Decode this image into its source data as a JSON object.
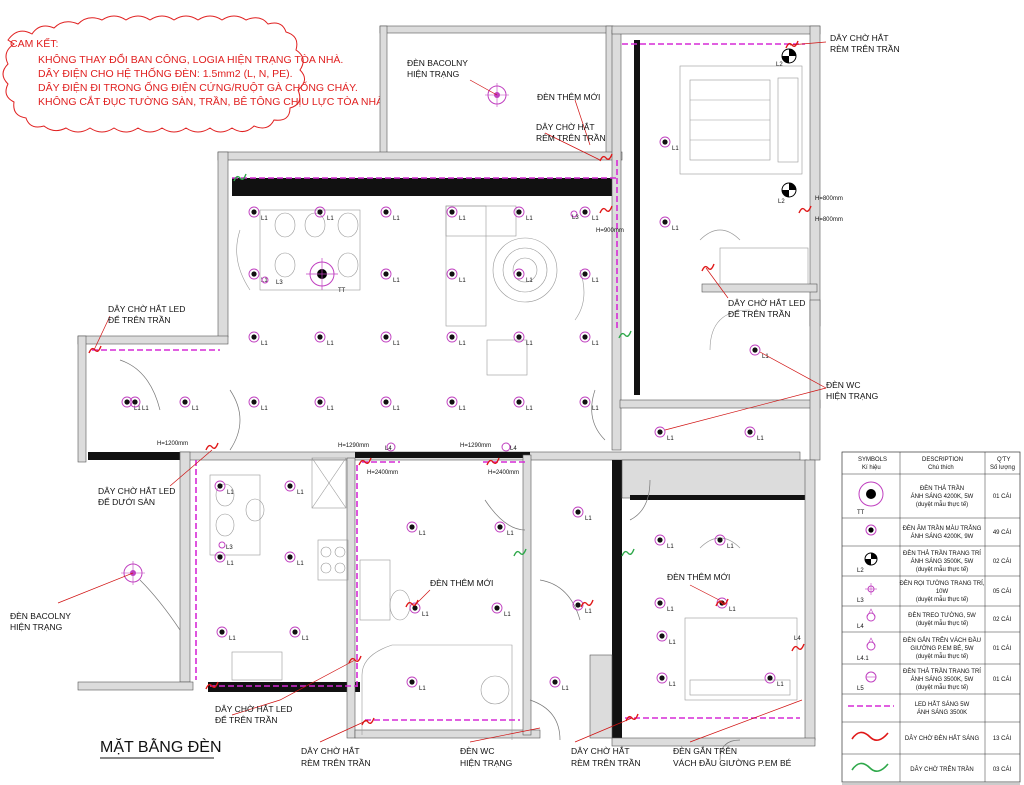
{
  "title": "MẶT BẰNG ĐÈN",
  "commitment": {
    "heading": "CAM KẾT:",
    "lines": [
      "KHÔNG THAY ĐỔI BAN CÔNG, LOGIA HIỆN TRẠNG TÒA NHÀ.",
      "DÂY ĐIỆN CHO HỆ THỐNG ĐÈN: 1.5mm2 (L, N, PE).",
      "DÂY ĐIỆN ĐI TRONG ỐNG ĐIỆN CỨNG/RUỘT GÀ CHỐNG CHÁY.",
      "KHÔNG CẮT ĐỤC TƯỜNG SÀN, TRẦN, BÊ TÔNG CHỊU LỰC TÒA NHÀ."
    ]
  },
  "annotations": {
    "balcony_top_1": "ĐÈN BACOLNY",
    "balcony_top_2": "HIỆN TRẠNG",
    "new_light_top": "ĐÈN THÊM MỚI",
    "curtain_mid_1": "DÂY CHỜ HẮT",
    "curtain_mid_2": "RÈM TRÊN TRẦN",
    "curtain_top_1": "DÂY CHỜ HẮT",
    "curtain_top_2": "RÈM TRÊN TRẦN",
    "led_left_1": "DÂY CHỜ HẮT LED",
    "led_left_2": "ĐỂ TRÊN TRẦN",
    "led_right_1": "DÂY CHỜ HẮT LED",
    "led_right_2": "ĐỂ TRÊN TRẦN",
    "wc_right_1": "ĐÈN WC",
    "wc_right_2": "HIỆN TRẠNG",
    "led_floor_1": "DÂY CHỜ HẮT LED",
    "led_floor_2": "ĐỂ DƯỚI SÀN",
    "balcony_left_1": "ĐÈN BACOLNY",
    "balcony_left_2": "HIỆN TRẠNG",
    "new_light_mid": "ĐÈN THÊM MỚI",
    "new_light_right": "ĐÈN THÊM MỚI",
    "led_bottom_1": "DÂY CHỜ HẮT LED",
    "led_bottom_2": "ĐỂ TRÊN TRẦN",
    "curtain_bl_1": "DÂY CHỜ HẮT",
    "curtain_bl_2": "RÈM TRÊN TRẦN",
    "wc_bottom_1": "ĐÈN WC",
    "wc_bottom_2": "HIỆN TRẠNG",
    "curtain_bm_1": "DÂY CHỜ HẮT",
    "curtain_bm_2": "RÈM TRÊN TRẦN",
    "wall_light_1": "ĐÈN GẮN TRÊN",
    "wall_light_2": "VÁCH ĐẦU GIƯỜNG P.EM BÉ"
  },
  "dimensions": {
    "h900": "H=900mm",
    "h800a": "H=800mm",
    "h800b": "H=800mm",
    "h1200": "H=1200mm",
    "h1290a": "H=1290mm",
    "h1290b": "H=1290mm",
    "h2400a": "H=2400mm",
    "h2400b": "H=2400mm"
  },
  "light_labels": {
    "l1": "L1",
    "l2": "L2",
    "l3": "L3",
    "l4": "L4",
    "tt": "TT"
  },
  "legend": {
    "headers": {
      "symbols": "SYMBOLS",
      "symbols_sub": "Kí hiệu",
      "description": "DESCRIPTION",
      "description_sub": "Chú thích",
      "qty": "Q'TY",
      "qty_sub": "Số lượng"
    },
    "rows": [
      {
        "code": "TT",
        "desc1": "ĐÈN THẢ TRẦN",
        "desc2": "ÁNH SÁNG 4200K, 5W",
        "desc3": "(duyệt mẫu thực tế)",
        "qty": "01 CÁI"
      },
      {
        "code": "L1",
        "desc1": "ĐÈN ÂM TRẦN MÀU TRẮNG",
        "desc2": "ÁNH SÁNG 4200K, 9W",
        "desc3": "",
        "qty": "49 CÁI"
      },
      {
        "code": "L2",
        "desc1": "ĐÈN THẢ TRẦN TRANG TRÍ",
        "desc2": "ÁNH SÁNG 3500K, 5W",
        "desc3": "(duyệt mẫu thực tế)",
        "qty": "02 CÁI"
      },
      {
        "code": "L3",
        "desc1": "ĐÈN RỌI TƯỜNG TRANG TRÍ,",
        "desc2": "10W",
        "desc3": "(duyệt mẫu thực tế)",
        "qty": "05 CÁI"
      },
      {
        "code": "L4",
        "desc1": "ĐÈN TREO TƯỜNG, 5W",
        "desc2": "(duyệt mẫu thực tế)",
        "desc3": "",
        "qty": "02 CÁI"
      },
      {
        "code": "L4.1",
        "desc1": "ĐÈN GẮN TRÊN VÁCH ĐẦU",
        "desc2": "GIƯỜNG P.EM BÉ, 5W",
        "desc3": "(duyệt mẫu thực tế)",
        "qty": "01 CÁI"
      },
      {
        "code": "L5",
        "desc1": "ĐÈN THẢ TRẦN TRANG TRÍ",
        "desc2": "ÁNH SÁNG 3500K, 5W",
        "desc3": "(duyệt mẫu thực tế)",
        "qty": "01 CÁI"
      },
      {
        "code": "",
        "desc1": "LED HẮT SÁNG 5W",
        "desc2": "ÁNH SÁNG 3500K",
        "desc3": "",
        "qty": ""
      },
      {
        "code": "",
        "desc1": "DÂY CHỜ ĐÈN HẮT SÁNG",
        "desc2": "",
        "desc3": "",
        "qty": "13 CÁI"
      },
      {
        "code": "",
        "desc1": "DÂY CHỜ TRÊN TRẦN",
        "desc2": "",
        "desc3": "",
        "qty": "03 CÁI"
      }
    ]
  },
  "colors": {
    "annotation": "#e02020",
    "led_strip": "#d62bd6",
    "light_symbol": "#c040c0",
    "wall": "#111111"
  }
}
